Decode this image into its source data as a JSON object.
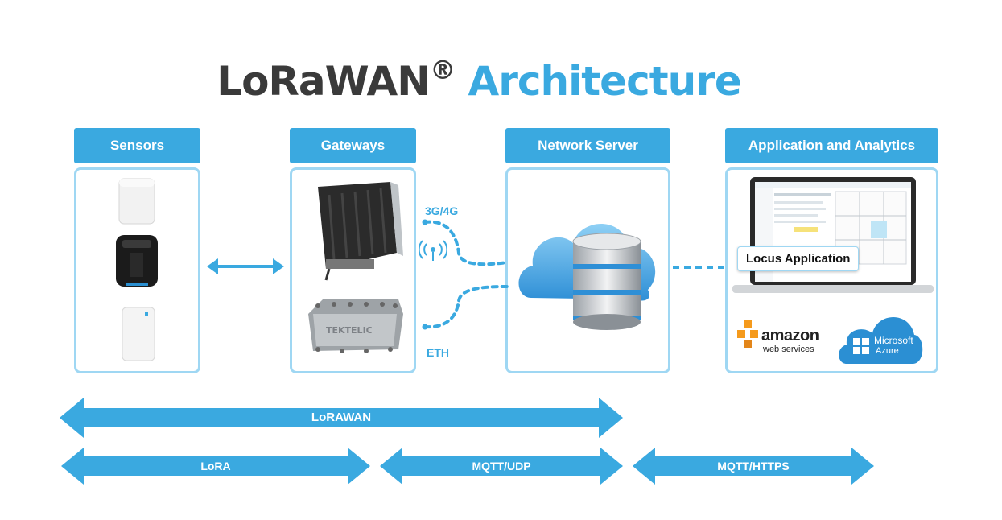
{
  "title": {
    "part1": "LoRaWAN",
    "reg": "®",
    "part2": "Architecture"
  },
  "columns": [
    {
      "header": "Sensors"
    },
    {
      "header": "Gateways"
    },
    {
      "header": "Network Server"
    },
    {
      "header": "Application and Analytics"
    }
  ],
  "links": {
    "cellular": "3G/4G",
    "ethernet": "ETH"
  },
  "app": {
    "overlay_label": "Locus Application",
    "cloud1_line1": "amazon",
    "cloud1_line2": "web services",
    "cloud2_line1": "Microsoft",
    "cloud2_line2": "Azure"
  },
  "gateway_brand": "TEKTELIC",
  "protocols": {
    "lorawan": "LoRAWAN",
    "lora": "LoRA",
    "mqtt_udp": "MQTT/UDP",
    "mqtt_https": "MQTT/HTTPS"
  },
  "colors": {
    "accent": "#3aa9e0",
    "panel_border": "#9fd7f3",
    "title_dark": "#3a3a3a"
  }
}
